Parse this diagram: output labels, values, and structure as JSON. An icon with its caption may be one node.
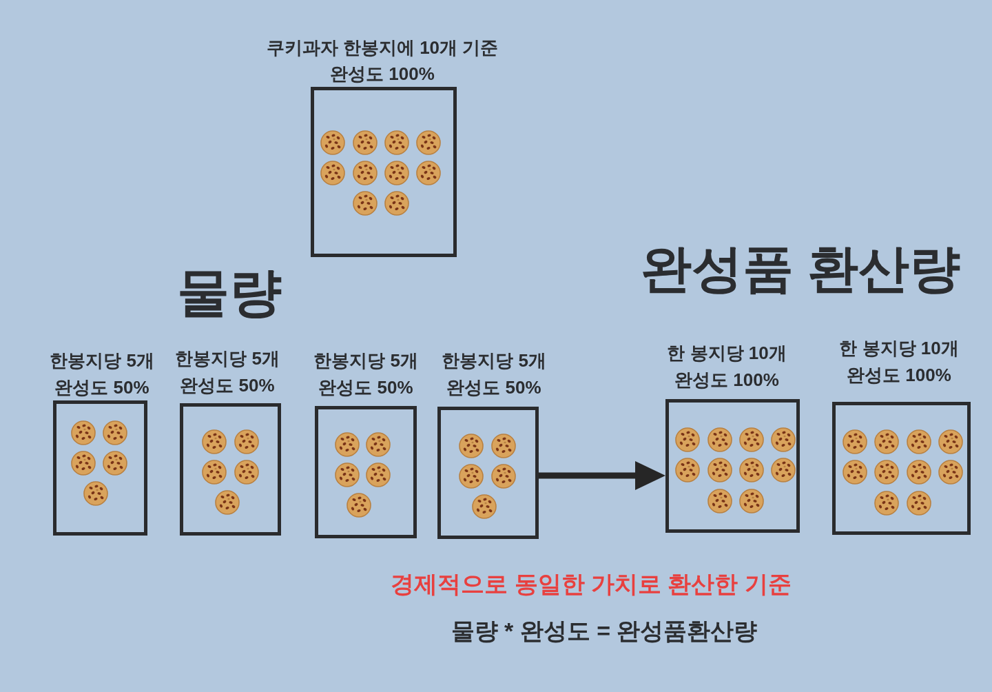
{
  "diagram": {
    "nodes": [
      {
        "text": [
          "쿠키과자 한봉지에 10개 기준",
          "완성도 100%"
        ]
      },
      {
        "text": [
          "한봉지당 5개",
          "완성도 50%"
        ]
      },
      {
        "text": [
          "한봉지당 5개",
          "완성도 50%"
        ]
      },
      {
        "text": [
          "한봉지당 5개",
          "완성도 50%"
        ]
      },
      {
        "text": [
          "한봉지당 5개",
          "완성도 50%"
        ]
      },
      {
        "text": [
          "한 봉지당 10개",
          "완성도 100%"
        ]
      },
      {
        "text": [
          "한 봉지당 10개",
          "완성도 100%"
        ]
      }
    ],
    "edges": [
      {
        "from": 4,
        "to": 5,
        "arrow": "to"
      }
    ],
    "labels": [
      "물량",
      "완성품 환산량",
      "경제적으로 동일한 가치로 환산한 기준",
      "물량 * 완성도 = 완성품환산량"
    ]
  }
}
